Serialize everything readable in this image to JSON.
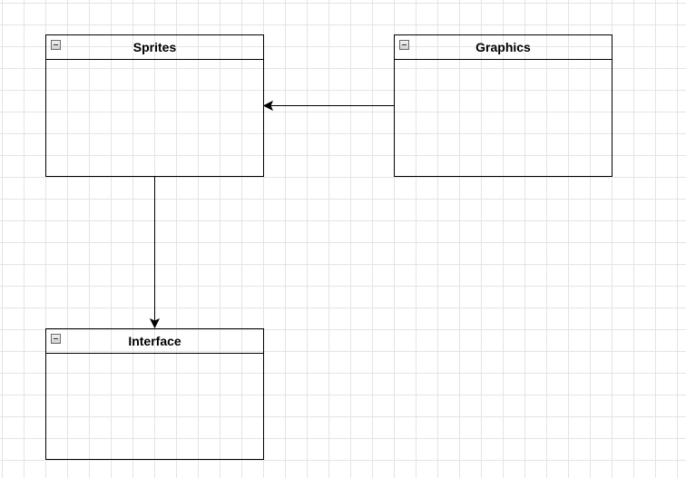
{
  "diagram": {
    "nodes": [
      {
        "id": "sprites",
        "label": "Sprites"
      },
      {
        "id": "graphics",
        "label": "Graphics"
      },
      {
        "id": "interface",
        "label": "Interface"
      }
    ],
    "edges": [
      {
        "from": "graphics",
        "to": "sprites"
      },
      {
        "from": "sprites",
        "to": "interface"
      }
    ],
    "colors": {
      "stroke": "#000000",
      "grid": "#e4e4e4",
      "background": "#ffffff"
    },
    "icons": {
      "collapse": "minus-square-icon"
    }
  }
}
